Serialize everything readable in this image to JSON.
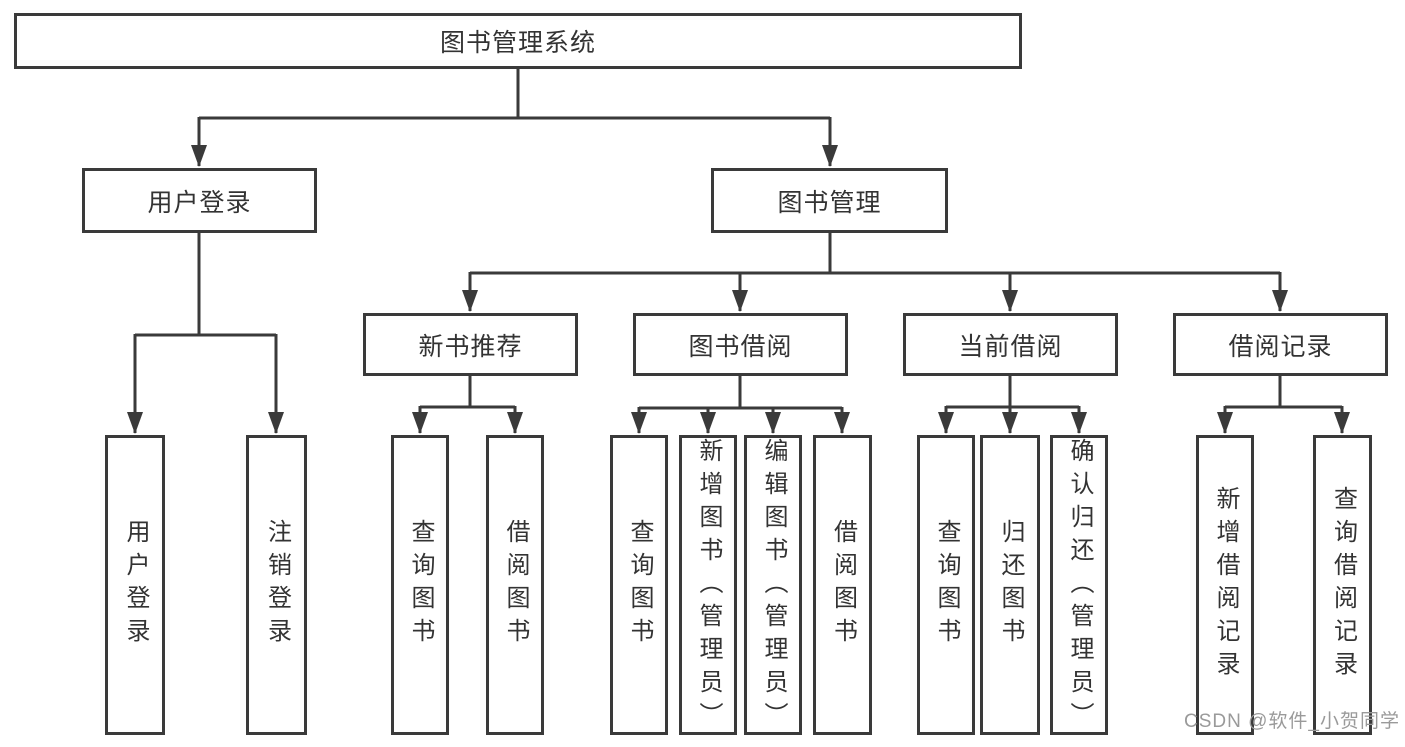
{
  "tree": {
    "label": "图书管理系统",
    "children": [
      {
        "label": "用户登录",
        "children": [
          {
            "label": "用户登录"
          },
          {
            "label": "注销登录"
          }
        ]
      },
      {
        "label": "图书管理",
        "children": [
          {
            "label": "新书推荐",
            "children": [
              {
                "label": "查询图书"
              },
              {
                "label": "借阅图书"
              }
            ]
          },
          {
            "label": "图书借阅",
            "children": [
              {
                "label": "查询图书"
              },
              {
                "label": "新增图书（管理员）"
              },
              {
                "label": "编辑图书（管理员）"
              },
              {
                "label": "借阅图书"
              }
            ]
          },
          {
            "label": "当前借阅",
            "children": [
              {
                "label": "查询图书"
              },
              {
                "label": "归还图书"
              },
              {
                "label": "确认归还（管理员）"
              }
            ]
          },
          {
            "label": "借阅记录",
            "children": [
              {
                "label": "新增借阅记录"
              },
              {
                "label": "查询借阅记录"
              }
            ]
          }
        ]
      }
    ]
  },
  "watermark": "CSDN @软件_小贺同学",
  "colors": {
    "line": "#3a3a3a",
    "box_border": "#3a3a3a",
    "text": "#333333",
    "watermark": "#9a9a9a",
    "background": "#ffffff"
  }
}
